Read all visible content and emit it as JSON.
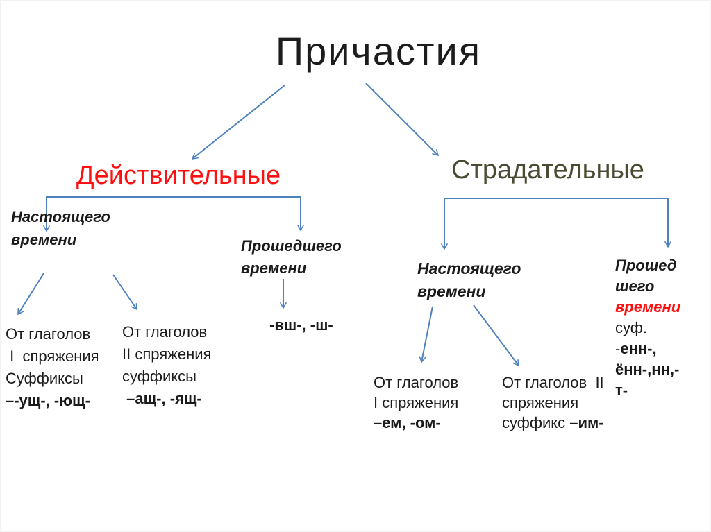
{
  "colors": {
    "arrow": "#4f81bd",
    "heading_active": "#fe1010",
    "heading_passive": "#4b4b34",
    "accent_red": "#fe1010",
    "text": "#1b1b1b"
  },
  "title": "Причастия",
  "active_branch": {
    "heading": "Действительные",
    "present_label": {
      "line1": "Настоящего",
      "line2": "времени"
    },
    "past_label": {
      "line1": "Прошедшего",
      "line2": "времени"
    },
    "past_suffixes": "-вш-, -ш-",
    "conjugation1": {
      "line1": "От глаголов",
      "line2": " I  спряжения",
      "line3": "Суффиксы",
      "line4": "–-ущ-, -ющ-"
    },
    "conjugation2": {
      "line1": "От глаголов",
      "line2": "II спряжения",
      "line3": "суффиксы",
      "line4": " –ащ-, -ящ-"
    }
  },
  "passive_branch": {
    "heading": "Страдательные",
    "present_label": {
      "line1": "Настоящего",
      "line2": "времени"
    },
    "conjugation1": {
      "line1": "От глаголов",
      "line2": "I спряжения",
      "line3": "–ем, -ом-"
    },
    "conjugation2": {
      "line1": "От глаголов  II",
      "line2": "спряжения",
      "line3_prefix": "суффикс ",
      "line3_suffix": "–им-"
    },
    "past_label": {
      "line1": "Прошед",
      "line2": "шего",
      "line3": "времени",
      "line4": "суф.",
      "line5_prefix": "-",
      "line5_suffix": "енн-,",
      "line6": "ённ-,нн,-",
      "line7": "т-"
    }
  }
}
